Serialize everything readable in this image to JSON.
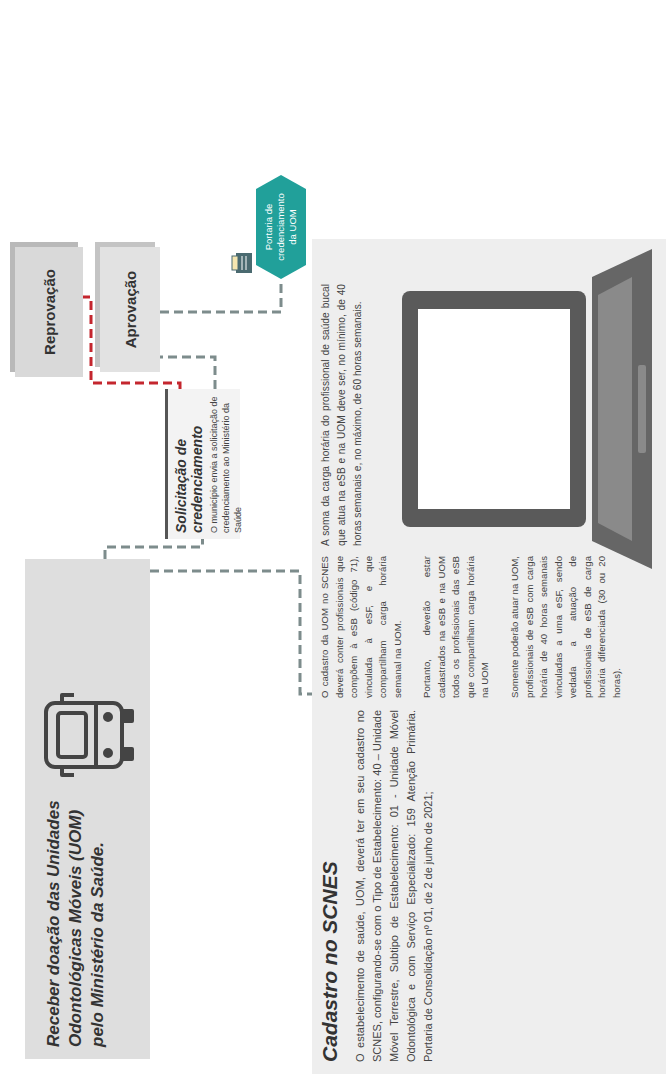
{
  "diagram": {
    "nodes": [
      {
        "text": [
          "Receber doação das Unidades Odontológicas Móveis (UOM) pelo Ministério da Saúde."
        ]
      },
      {
        "text": [
          "Solicitação de credenciamento",
          "O município envia a solicitação de credenciamento ao Ministério da Saúde"
        ]
      },
      {
        "text": [
          "Reprovação"
        ]
      },
      {
        "text": [
          "Aprovação"
        ]
      },
      {
        "text": [
          "Portaria de credenciamento da UOM"
        ]
      },
      {
        "text": [
          "Cadastro no SCNES",
          "O estabelecimento de saúde, UOM, deverá ter em seu cadastro no SCNES, configurando-se com o Tipo de Estabelecimento: 40 – Unidade Móvel Terrestre, Subtipo de Estabelecimento: 01 - Unidade Móvel Odontológica e com Serviço Especializado: 159 Atenção Primária. Portaria de Consolidação nº 01, de 2 de junho de 2021;",
          "O cadastro da UOM no SCNES deverá conter profissionais que compõem à eSB (código 71), vinculada à eSF, e que compartilham carga horária semanal na UOM.",
          "Portanto, deverão estar cadastrados na eSB e na UOM todos os profissionais das eSB que compartilham carga horária na UOM",
          "Somente poderão atuar na UOM, profissionais de eSB com carga horária de 40 horas semanais vinculadas a uma eSF, sendo vedada a atuação de profissionais de eSB de carga horária diferenciada (30 ou 20 horas).",
          "A soma da carga horária do profissional de saúde bucal que atua na eSB e na UOM deve ser, no mínimo, de 40 horas semanais e, no máximo, de 60 horas semanais."
        ]
      }
    ],
    "edges": [
      {
        "from": 0,
        "to": 1,
        "arrow": "none"
      },
      {
        "from": 1,
        "to": 2,
        "arrow": "none"
      },
      {
        "from": 1,
        "to": 3,
        "arrow": "none"
      },
      {
        "from": 3,
        "to": 4,
        "arrow": "none"
      },
      {
        "from": 0,
        "to": 5,
        "arrow": "none"
      }
    ]
  }
}
